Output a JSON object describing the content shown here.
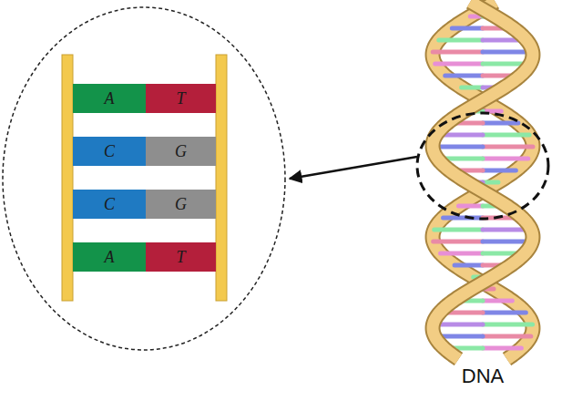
{
  "diagram": {
    "nodes": [
      {
        "text": [
          "A"
        ]
      },
      {
        "text": [
          "T"
        ]
      },
      {
        "text": [
          "C"
        ]
      },
      {
        "text": [
          "G"
        ]
      },
      {
        "text": [
          "C"
        ]
      },
      {
        "text": [
          "G"
        ]
      },
      {
        "text": [
          "A"
        ]
      },
      {
        "text": [
          "T"
        ]
      }
    ],
    "labels": [
      "DNA"
    ]
  }
}
